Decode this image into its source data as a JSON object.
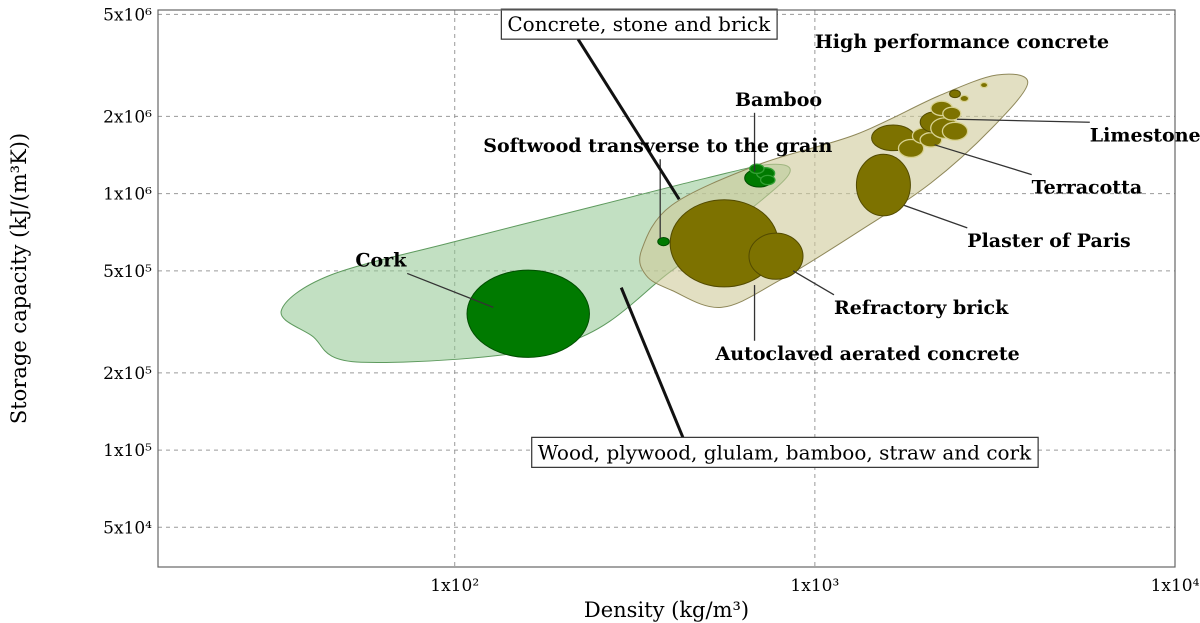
{
  "chart_data": {
    "type": "scatter",
    "xscale": "log",
    "yscale": "log",
    "xlim": [
      15,
      10000
    ],
    "ylim": [
      35000,
      5200000
    ],
    "xlabel": "Density (kg/m³)",
    "ylabel": "Storage capacity (kJ/(m³K))",
    "grid": true,
    "x_ticks": [
      {
        "value": 100,
        "label": "1x10²"
      },
      {
        "value": 1000,
        "label": "1x10³"
      },
      {
        "value": 10000,
        "label": "1x10⁴"
      }
    ],
    "y_ticks": [
      {
        "value": 50000,
        "label": "5x10⁴"
      },
      {
        "value": 100000,
        "label": "1x10⁵"
      },
      {
        "value": 200000,
        "label": "2x10⁵"
      },
      {
        "value": 500000,
        "label": "5x10⁵"
      },
      {
        "value": 1000000,
        "label": "1x10⁶"
      },
      {
        "value": 2000000,
        "label": "2x10⁶"
      },
      {
        "value": 5000000,
        "label": "5x10⁶"
      }
    ],
    "colors": {
      "wood_fill": "#007a00",
      "wood_stroke": "#004d00",
      "wood_light": "#33a033",
      "stone_fill": "#7d7200",
      "stone_stroke": "#524a00",
      "stone_light": "#d8d291",
      "envelope_wood": "#8fc78f",
      "envelope_stone": "#cfc99a"
    },
    "envelopes": [
      {
        "name": "Wood, plywood, glulam, bamboo, straw and cork",
        "points": [
          [
            55,
            220000
          ],
          [
            40,
            280000
          ],
          [
            33,
            350000
          ],
          [
            45,
            480000
          ],
          [
            100,
            650000
          ],
          [
            250,
            900000
          ],
          [
            500,
            1150000
          ],
          [
            750,
            1300000
          ],
          [
            850,
            1200000
          ],
          [
            650,
            850000
          ],
          [
            400,
            500000
          ],
          [
            200,
            260000
          ]
        ],
        "label_at": [
          170,
          92000
        ]
      },
      {
        "name": "Concrete, stone and brick",
        "points": [
          [
            400,
            420000
          ],
          [
            340,
            480000
          ],
          [
            330,
            600000
          ],
          [
            400,
            900000
          ],
          [
            700,
            1300000
          ],
          [
            1300,
            1700000
          ],
          [
            2200,
            2400000
          ],
          [
            3200,
            2900000
          ],
          [
            3900,
            2700000
          ],
          [
            3100,
            1800000
          ],
          [
            2100,
            1100000
          ],
          [
            1300,
            700000
          ],
          [
            800,
            460000
          ],
          [
            550,
            360000
          ]
        ],
        "label_at": [
          140,
          4300000
        ]
      }
    ],
    "series": [
      {
        "name": "Cork",
        "group": "wood",
        "points": [
          {
            "x": 160,
            "y": 340000,
            "rx": 0.17,
            "ry": 0.17
          }
        ],
        "label_at": [
          53,
          520000
        ],
        "leader_to": [
          128,
          360000
        ]
      },
      {
        "name": "Softwood transverse to the grain",
        "group": "wood",
        "points": [
          {
            "x": 380,
            "y": 650000,
            "rx": 0.016,
            "ry": 0.016
          }
        ],
        "label_at": [
          120,
          1450000
        ],
        "leader_to": [
          372,
          670000
        ]
      },
      {
        "name": "Bamboo",
        "group": "wood",
        "points": [
          {
            "x": 700,
            "y": 1150000,
            "rx": 0.04,
            "ry": 0.035
          },
          {
            "x": 730,
            "y": 1200000,
            "rx": 0.025,
            "ry": 0.022
          },
          {
            "x": 690,
            "y": 1250000,
            "rx": 0.02,
            "ry": 0.018
          },
          {
            "x": 740,
            "y": 1130000,
            "rx": 0.02,
            "ry": 0.018
          }
        ],
        "label_at": [
          600,
          2200000
        ],
        "leader_to": [
          680,
          1220000
        ]
      },
      {
        "name": "Autoclaved aerated concrete",
        "group": "stone",
        "points": [
          {
            "x": 560,
            "y": 640000,
            "rx": 0.15,
            "ry": 0.17
          }
        ],
        "label_at": [
          530,
          225000
        ],
        "leader_to": [
          680,
          440000
        ]
      },
      {
        "name": "Refractory brick",
        "group": "stone",
        "points": [
          {
            "x": 780,
            "y": 570000,
            "rx": 0.075,
            "ry": 0.09
          }
        ],
        "label_at": [
          1130,
          340000
        ],
        "leader_to": [
          870,
          500000
        ]
      },
      {
        "name": "Plaster of Paris",
        "group": "stone",
        "points": [
          {
            "x": 1550,
            "y": 1080000,
            "rx": 0.075,
            "ry": 0.12
          }
        ],
        "label_at": [
          2650,
          620000
        ],
        "leader_to": [
          1770,
          900000
        ]
      },
      {
        "name": "Terracotta",
        "group": "stone",
        "points": [
          {
            "x": 1650,
            "y": 1650000,
            "rx": 0.06,
            "ry": 0.05
          },
          {
            "x": 1850,
            "y": 1500000,
            "rx": 0.035,
            "ry": 0.035
          },
          {
            "x": 2000,
            "y": 1680000,
            "rx": 0.03,
            "ry": 0.03
          },
          {
            "x": 2100,
            "y": 1620000,
            "rx": 0.03,
            "ry": 0.028
          }
        ],
        "label_at": [
          4000,
          1000000
        ],
        "leader_to": [
          2150,
          1550000
        ]
      },
      {
        "name": "Limestone",
        "group": "stone",
        "points": [
          {
            "x": 2150,
            "y": 1900000,
            "rx": 0.04,
            "ry": 0.04
          },
          {
            "x": 2300,
            "y": 1800000,
            "rx": 0.04,
            "ry": 0.04
          },
          {
            "x": 2450,
            "y": 1750000,
            "rx": 0.035,
            "ry": 0.035
          },
          {
            "x": 2250,
            "y": 2150000,
            "rx": 0.03,
            "ry": 0.028
          },
          {
            "x": 2400,
            "y": 2050000,
            "rx": 0.025,
            "ry": 0.025
          }
        ],
        "label_at": [
          5800,
          1600000
        ],
        "leader_to": [
          2480,
          1950000
        ]
      },
      {
        "name": "High performance concrete",
        "group": "stone",
        "points": [
          {
            "x": 2450,
            "y": 2450000,
            "rx": 0.015,
            "ry": 0.015
          },
          {
            "x": 2600,
            "y": 2350000,
            "rx": 0.012,
            "ry": 0.012
          },
          {
            "x": 2950,
            "y": 2650000,
            "rx": 0.01,
            "ry": 0.01
          }
        ],
        "label_at": [
          1000,
          3700000
        ],
        "leader_to": null
      }
    ]
  }
}
